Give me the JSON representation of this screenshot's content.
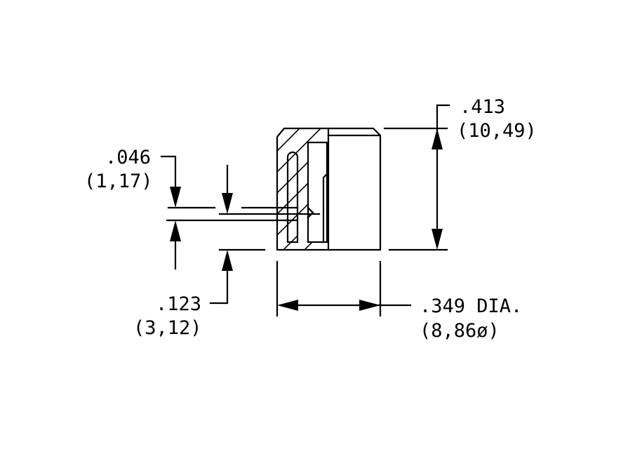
{
  "drawing": {
    "dimensions": {
      "height": {
        "inch": ".413",
        "mm": "(10,49)"
      },
      "top_offset": {
        "inch": ".046",
        "mm": "(1,17)"
      },
      "bottom_offset": {
        "inch": ".123",
        "mm": "(3,12)"
      },
      "diameter": {
        "inch": ".349 DIA.",
        "mm": "(8,86ø)"
      }
    },
    "colors": {
      "ink": "#000000",
      "paper": "#ffffff"
    }
  }
}
